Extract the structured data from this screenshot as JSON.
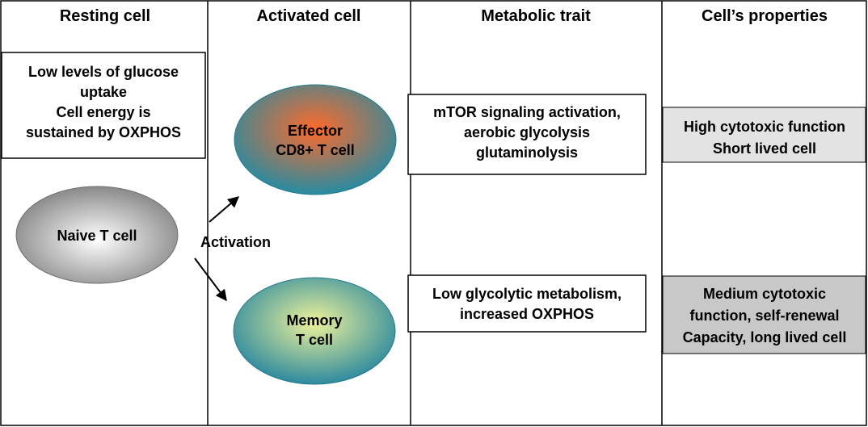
{
  "headers": {
    "resting": "Resting cell",
    "activated": "Activated cell",
    "metabolic": "Metabolic trait",
    "properties": "Cell’s properties"
  },
  "resting_box": {
    "lines": [
      "Low levels of glucose",
      "uptake",
      "Cell energy is",
      "sustained by OXPHOS"
    ]
  },
  "cells": {
    "naive": [
      "Naive T cell"
    ],
    "effector": [
      "Effector",
      "CD8+ T cell"
    ],
    "memory": [
      "Memory",
      "T cell"
    ]
  },
  "activation_label": "Activation",
  "metabolic": {
    "effector": [
      "mTOR signaling activation,",
      "aerobic glycolysis",
      "glutaminolysis"
    ],
    "memory": [
      "Low glycolytic metabolism,",
      "increased OXPHOS"
    ]
  },
  "properties": {
    "effector": [
      "High cytotoxic function",
      "Short lived cell"
    ],
    "memory": [
      "Medium cytotoxic",
      "function, self-renewal",
      "Capacity, long lived cell"
    ]
  },
  "colors": {
    "naive_center": "#ffffff",
    "naive_edge": "#7f7f7f",
    "effector_center": "#ff6a2a",
    "memory_center": "#eef29a",
    "cell_edge": "#2e8a9e",
    "prop_effector_fill": "#e3e3e3",
    "prop_memory_fill": "#c8c8c8"
  }
}
